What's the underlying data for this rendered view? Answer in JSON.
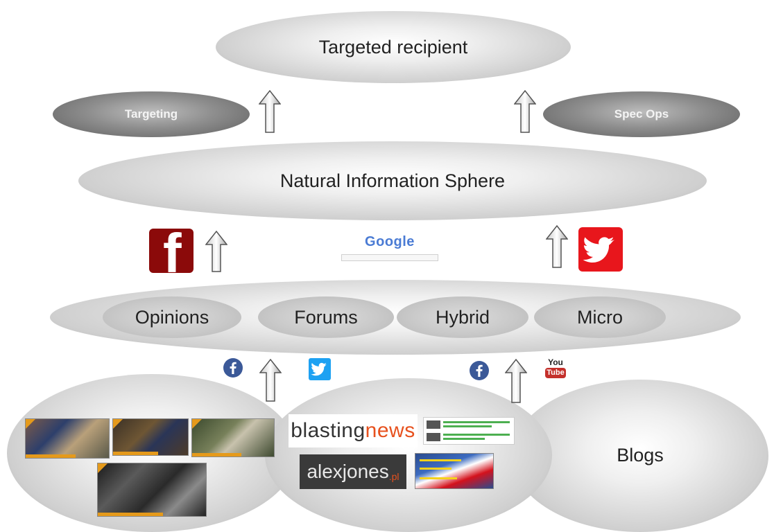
{
  "top": {
    "label": "Targeted recipient"
  },
  "side_left": {
    "label": "Targeting"
  },
  "side_right": {
    "label": "Spec Ops"
  },
  "middle": {
    "label": "Natural Information Sphere"
  },
  "google": {
    "logo_text": "Google"
  },
  "categories": [
    {
      "label": "Opinions"
    },
    {
      "label": "Forums"
    },
    {
      "label": "Hybrid"
    },
    {
      "label": "Micro"
    }
  ],
  "bottom": {
    "blogs_label": "Blogs"
  },
  "logos": {
    "blasting_a": "blasting",
    "blasting_b": "news",
    "alexjones": "alexjones",
    "alexjones_suffix": ".pl",
    "youtube_top": "You",
    "youtube_bottom": "Tube",
    "facebook_glyph": "f"
  },
  "colors": {
    "facebook_dark": "#8b0a0a",
    "twitter_red": "#e8161c",
    "facebook_blue": "#3b5998",
    "twitter_blue": "#1da1f2",
    "blasting_orange": "#e7511e",
    "youtube_red": "#c4302b",
    "badge_orange": "#e59a1b"
  },
  "icons": [
    "facebook-icon",
    "twitter-icon",
    "google-logo",
    "youtube-icon",
    "up-arrow-icon"
  ]
}
